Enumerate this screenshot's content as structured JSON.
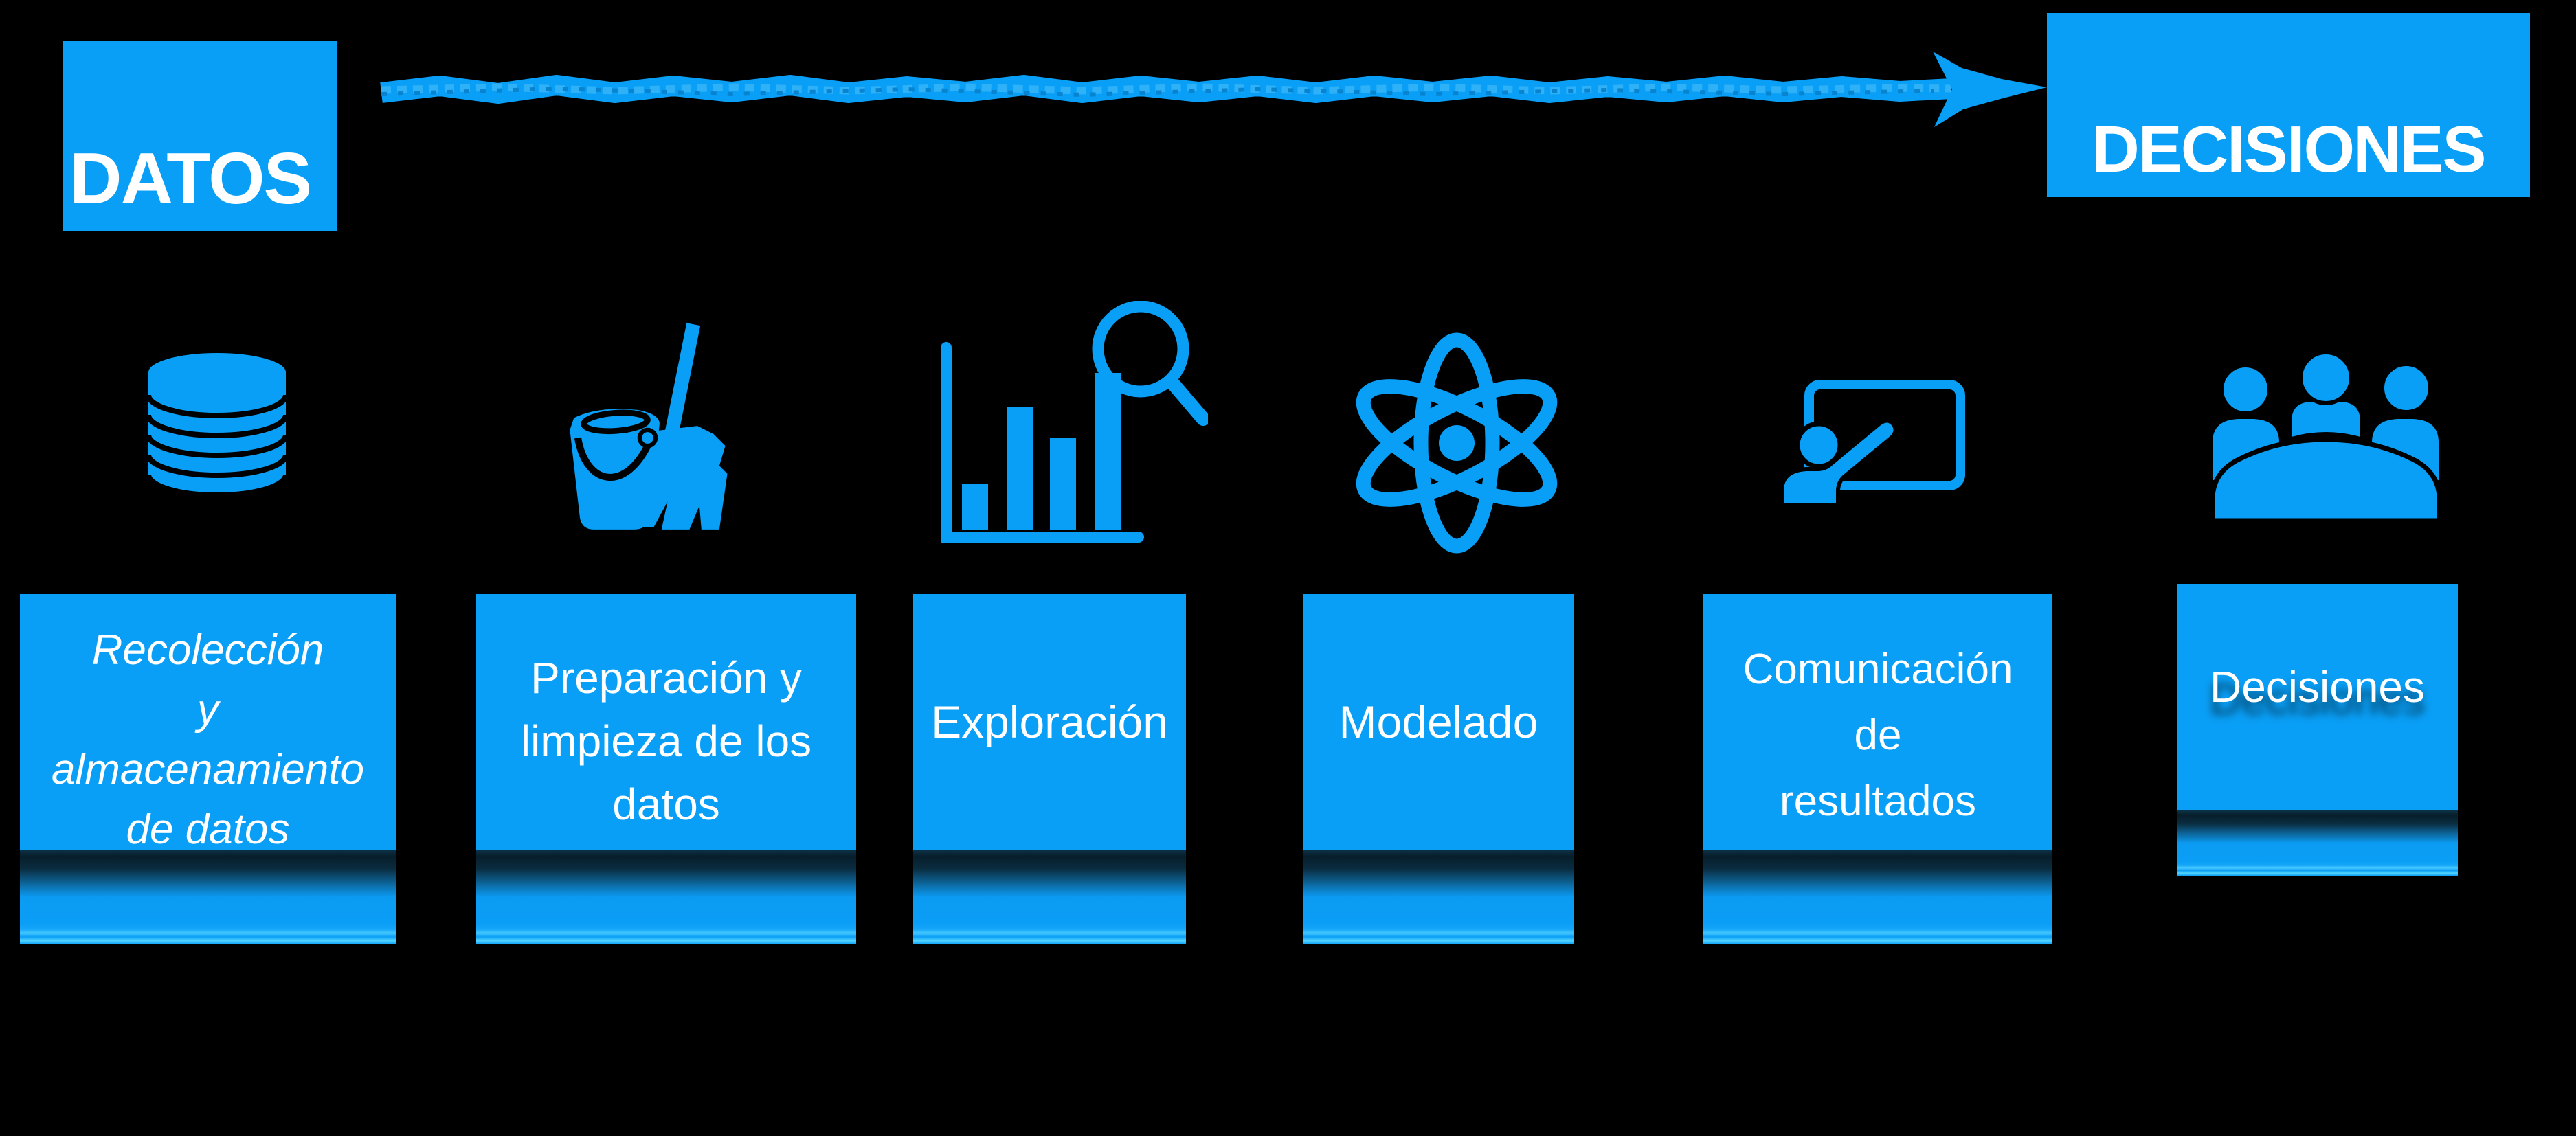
{
  "colors": {
    "background": "#000000",
    "accent_blue": "#0a9ff6",
    "text_white": "#ffffff",
    "reflection_shadow": "#071e2b"
  },
  "header": {
    "start_label": "DATOS",
    "end_label": "DECISIONES"
  },
  "arrow": {
    "type": "sketch-arrow",
    "direction": "right",
    "from": "DATOS",
    "to": "DECISIONES"
  },
  "stages": [
    {
      "icon": "database-icon",
      "label": "Recolección\ny\nalmacenamiento\nde datos",
      "italic": true
    },
    {
      "icon": "bucket-broom-icon",
      "label": "Preparación y\nlimpieza de los\ndatos"
    },
    {
      "icon": "bar-chart-magnifier-icon",
      "label": "Exploración"
    },
    {
      "icon": "atom-icon",
      "label": "Modelado"
    },
    {
      "icon": "presenter-board-icon",
      "label": "Comunicación\nde\nresultados"
    },
    {
      "icon": "meeting-people-icon",
      "label": "Decisiones"
    }
  ]
}
